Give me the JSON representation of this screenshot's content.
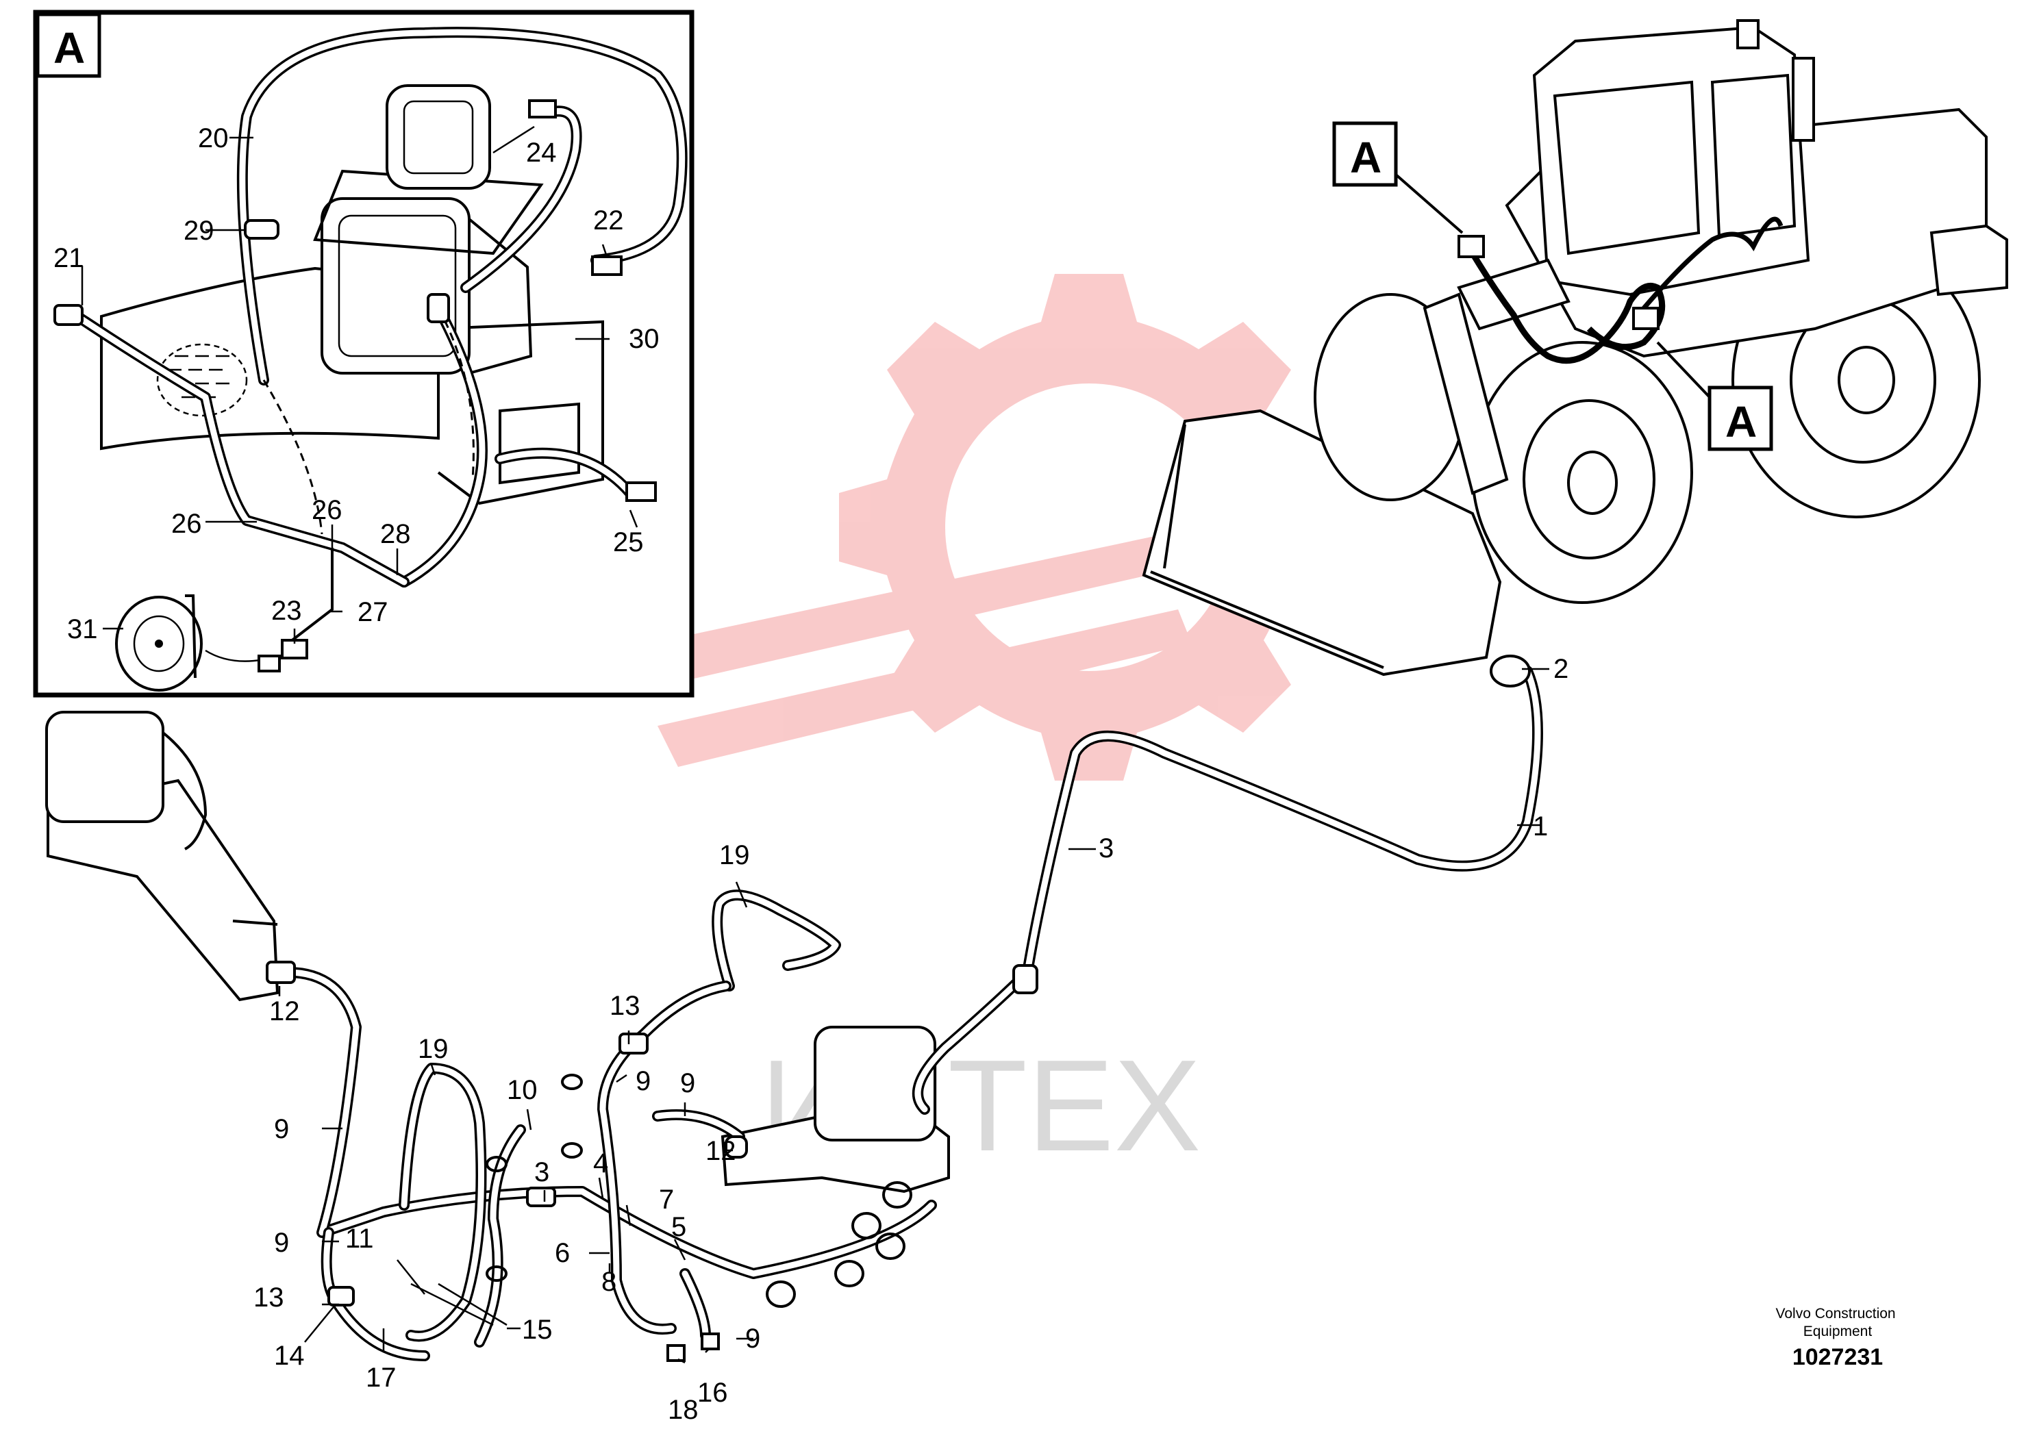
{
  "inset": {
    "letter": "A"
  },
  "machine_callouts": [
    "A",
    "A"
  ],
  "inset_labels": [
    "20",
    "24",
    "29",
    "22",
    "21",
    "30",
    "26",
    "26",
    "28",
    "25",
    "23",
    "27",
    "31"
  ],
  "main_labels": [
    "2",
    "1",
    "3",
    "19",
    "12",
    "13",
    "9",
    "19",
    "10",
    "9",
    "9",
    "12",
    "3",
    "4",
    "7",
    "5",
    "6",
    "8",
    "9",
    "11",
    "13",
    "15",
    "14",
    "17",
    "9",
    "18",
    "16"
  ],
  "watermark": {
    "text": "ИНТЕХ"
  },
  "footer": {
    "company": "Volvo Construction\nEquipment",
    "document_number": "1027231"
  },
  "colors": {
    "ink": "#000000",
    "watermark_red": "#f5b5b5",
    "watermark_gray": "#d9d9d9"
  }
}
